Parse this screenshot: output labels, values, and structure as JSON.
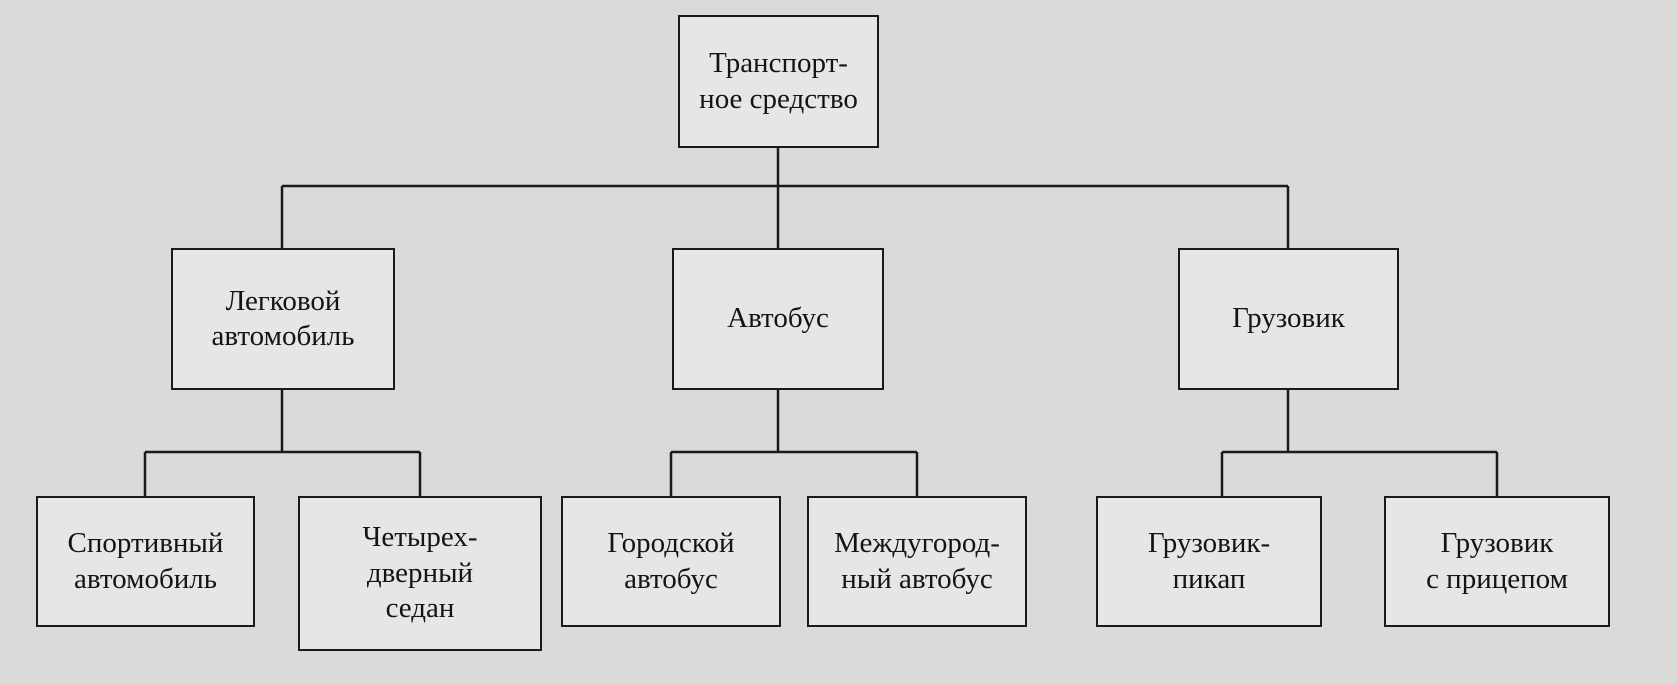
{
  "diagram": {
    "root": {
      "label": "Транспорт-\nное средство"
    },
    "level1": [
      {
        "id": "car",
        "label": "Легковой\nавтомобиль"
      },
      {
        "id": "bus",
        "label": "Автобус"
      },
      {
        "id": "truck",
        "label": "Грузовик"
      }
    ],
    "level2": [
      {
        "id": "sports-car",
        "parent": "car",
        "label": "Спортивный\nавтомобиль"
      },
      {
        "id": "four-door-sedan",
        "parent": "car",
        "label": "Четырех-\nдверный\nседан"
      },
      {
        "id": "city-bus",
        "parent": "bus",
        "label": "Городской\nавтобус"
      },
      {
        "id": "intercity-bus",
        "parent": "bus",
        "label": "Междугород-\nный автобус"
      },
      {
        "id": "pickup-truck",
        "parent": "truck",
        "label": "Грузовик-\nпикап"
      },
      {
        "id": "truck-with-trailer",
        "parent": "truck",
        "label": "Грузовик\nс прицепом"
      }
    ]
  }
}
